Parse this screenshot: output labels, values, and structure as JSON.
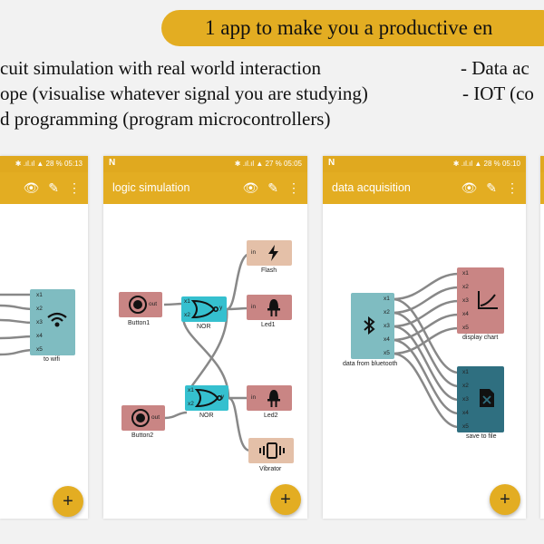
{
  "banner": {
    "text": "1 app to make you a productive en"
  },
  "features": {
    "left": [
      "cuit simulation with real world interaction",
      "ope (visualise whatever signal you are studying)",
      "d programming (program microcontrollers)"
    ],
    "right": [
      "- Data ac",
      "- IOT (co"
    ]
  },
  "phones": [
    {
      "status": {
        "battery": "28 %",
        "time": "05:13"
      },
      "title": "",
      "node": {
        "label": "to wifi",
        "ports": [
          "x1",
          "x2",
          "x3",
          "x4",
          "x5"
        ]
      },
      "fab": "+"
    },
    {
      "status": {
        "battery": "27 %",
        "time": "05:05"
      },
      "title": "logic simulation",
      "button1": "Button1",
      "button2": "Button2",
      "nor1": "NOR",
      "nor2": "NOR",
      "flash": "Flash",
      "led1": "Led1",
      "led2": "Led2",
      "vibrator": "Vibrator",
      "port_out": "out",
      "port_in": "in",
      "port_x1": "x1",
      "port_x2": "x2",
      "port_y": "y",
      "fab": "+"
    },
    {
      "status": {
        "battery": "28 %",
        "time": "05:10"
      },
      "title": "data acquisition",
      "source": {
        "label": "data from bluetooth",
        "ports": [
          "x1",
          "x2",
          "x3",
          "x4",
          "x5"
        ]
      },
      "chart": {
        "label": "display chart",
        "ports": [
          "x1",
          "x2",
          "x3",
          "x4",
          "x5"
        ]
      },
      "file": {
        "label": "save to file",
        "ports": [
          "x1",
          "x2",
          "x3",
          "x4",
          "x5"
        ]
      },
      "fab": "+"
    }
  ],
  "icons": {
    "eye": "eye-icon",
    "edit": "pencil-icon",
    "more": "more-vert-icon",
    "wifi": "wifi-icon",
    "bluetooth": "bluetooth-icon",
    "flash": "flash-icon",
    "led": "led-icon",
    "vibrator": "vibrator-icon",
    "chart": "chart-icon",
    "file": "file-icon",
    "button": "push-button-icon"
  },
  "colors": {
    "accent": "#e3ad22",
    "node_pink": "#c98584",
    "node_teal": "#7fbcc1",
    "node_cyan": "#35c0cf",
    "node_dark_teal": "#2f6f80",
    "node_peach": "#e4c0a8"
  }
}
